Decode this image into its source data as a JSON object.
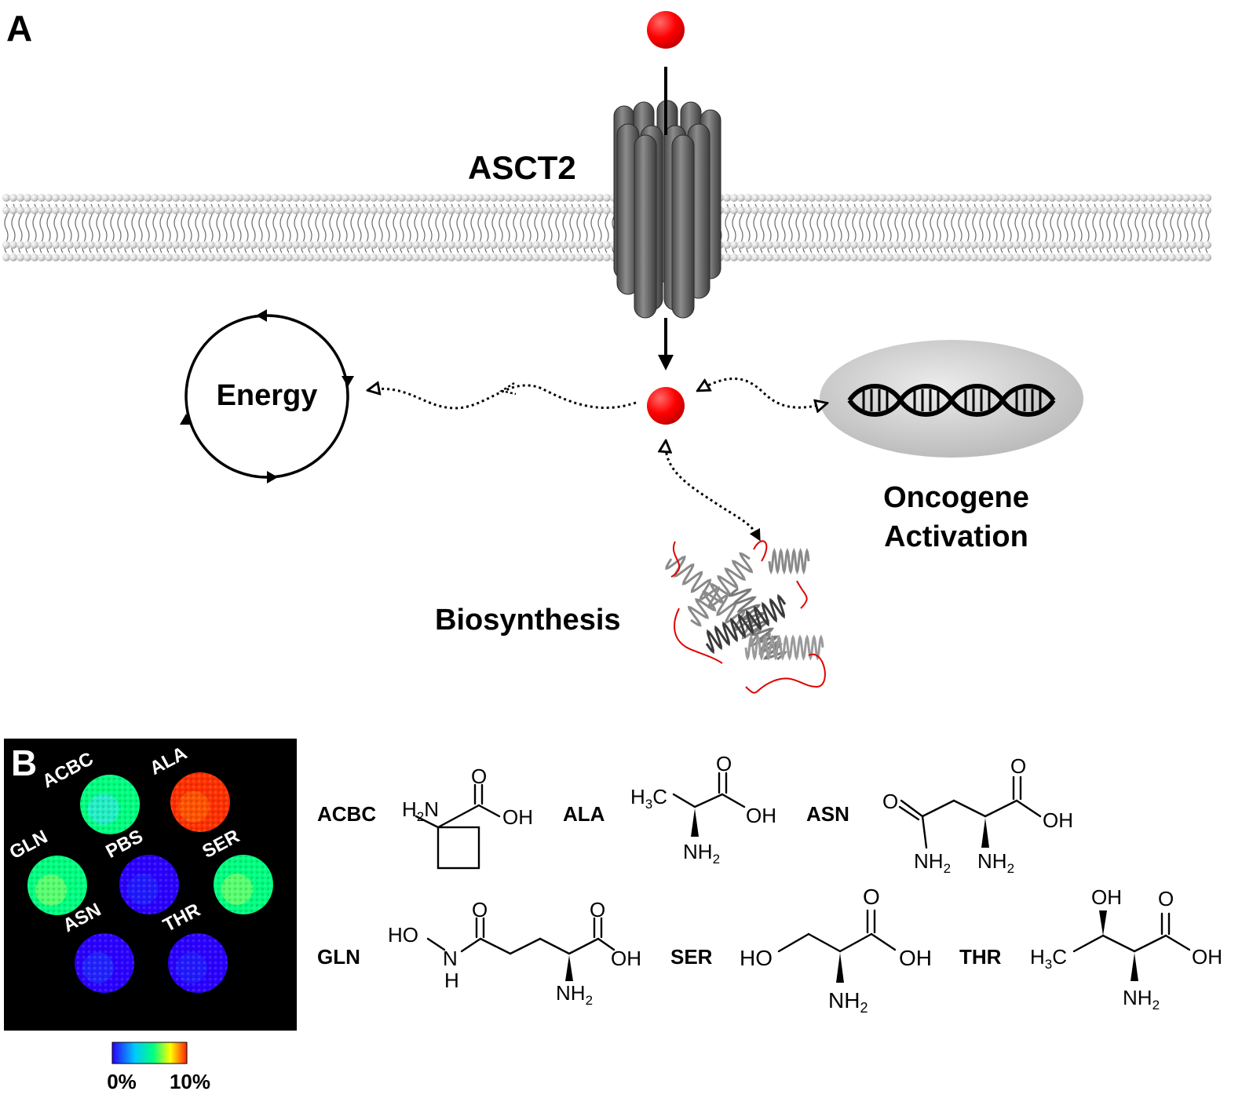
{
  "panel_a": {
    "panel_label": "A",
    "transporter_label": "ASCT2",
    "energy_label": "Energy",
    "oncogene_label_line1": "Oncogene",
    "oncogene_label_line2": "Activation",
    "biosynthesis_label": "Biosynthesis",
    "molecule_color": "#ff0000"
  },
  "panel_b": {
    "panel_label": "B",
    "phantom_labels": [
      "ACBC",
      "ALA",
      "GLN",
      "PBS",
      "SER",
      "ASN",
      "THR"
    ],
    "colorbar_min": "0%",
    "colorbar_max": "10%",
    "colormap": [
      "#2a00ff",
      "#00c8ff",
      "#00ff80",
      "#ffff00",
      "#ff3000"
    ],
    "enhancement_percent": {
      "ACBC": 4,
      "ALA": 9,
      "GLN": 5,
      "PBS": 0.5,
      "SER": 5,
      "ASN": 0.8,
      "THR": 0.8
    },
    "structures": [
      {
        "name": "ACBC"
      },
      {
        "name": "ALA"
      },
      {
        "name": "ASN"
      },
      {
        "name": "GLN"
      },
      {
        "name": "SER"
      },
      {
        "name": "THR"
      }
    ]
  }
}
